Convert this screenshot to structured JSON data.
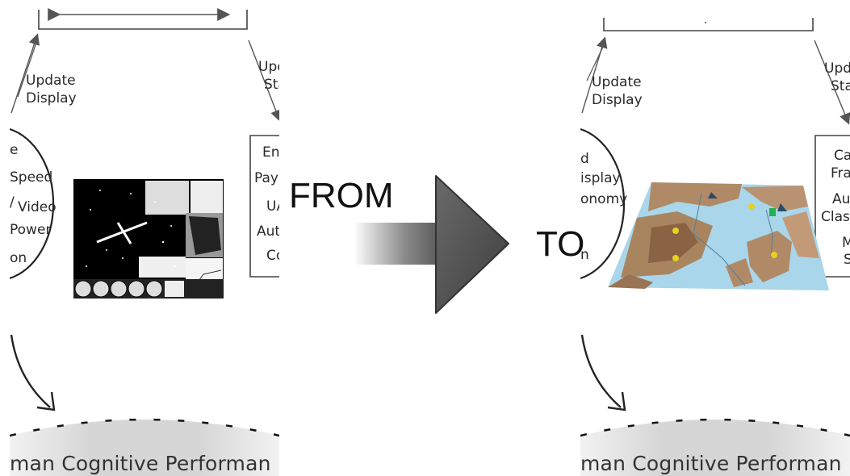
{
  "left_panel": {
    "update_display_line1": "Update",
    "update_display_line2": "Display",
    "update_state_line1": "Upd",
    "update_state_line2": "Sta",
    "circle_labels": [
      "e",
      "Speed",
      "/",
      "Video",
      "Power",
      "on"
    ],
    "box_labels": [
      "En",
      "Pay",
      "UA",
      "Aut",
      "Co"
    ],
    "cognitive": "man Cognitive Performan"
  },
  "right_panel": {
    "update_display_line1": "Update",
    "update_display_line2": "Display",
    "update_state_line1": "Upd",
    "update_state_line2": "Sta",
    "circle_labels": [
      "d",
      "isplay",
      "onomy",
      "n"
    ],
    "box_labels": [
      "Ca",
      "Fra",
      "Au",
      "Clas",
      "M",
      "S"
    ],
    "cognitive": "man Cognitive Performan"
  },
  "from_label": "FROM",
  "to_label": "TO",
  "colors": {
    "arrow": "#4a4a4a",
    "map_water": "#a9d6ea",
    "map_land": "#a9855f"
  }
}
